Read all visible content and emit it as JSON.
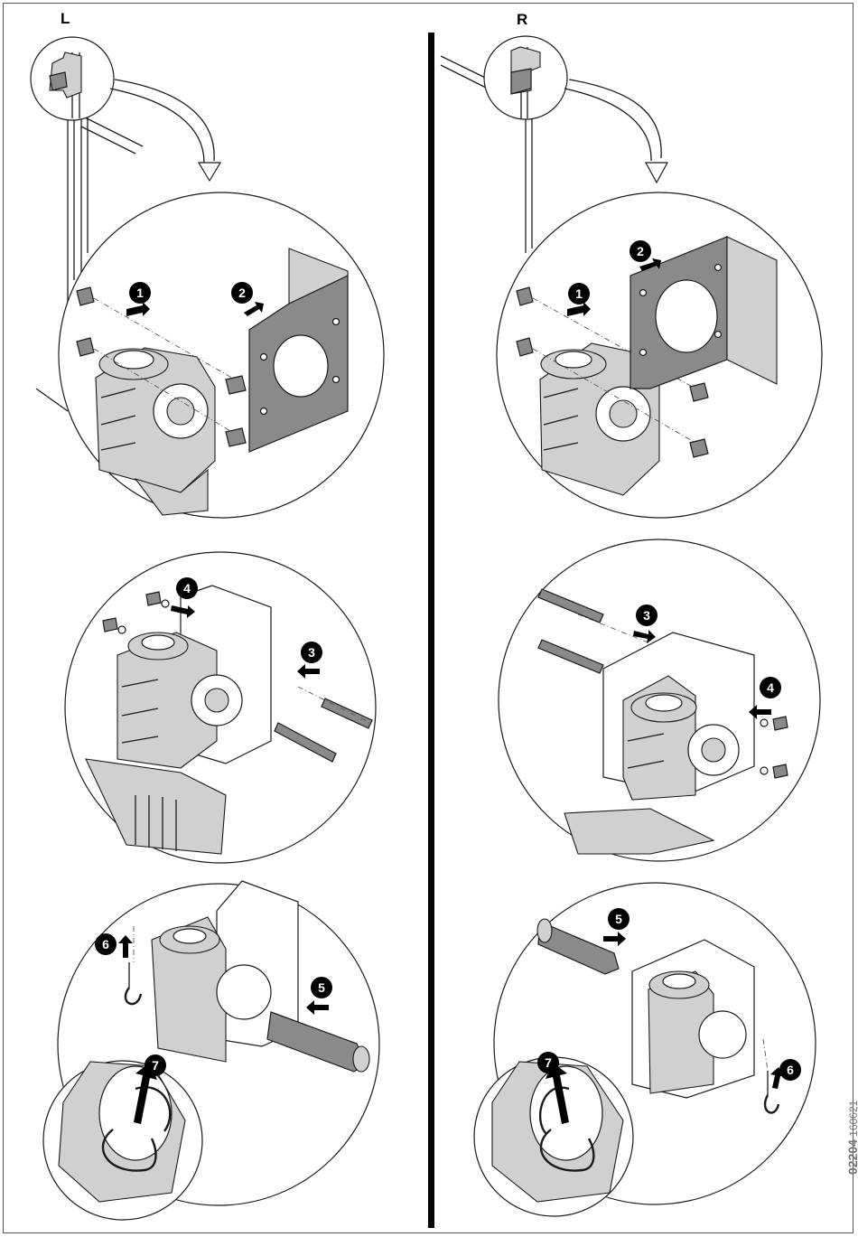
{
  "sides": {
    "left": {
      "label": "L"
    },
    "right": {
      "label": "R"
    }
  },
  "steps": {
    "left": {
      "s1": "1",
      "s2": "2",
      "s3": "3",
      "s4": "4",
      "s5": "5",
      "s6": "6",
      "s7": "7"
    },
    "right": {
      "s1": "1",
      "s2": "2",
      "s3": "3",
      "s4": "4",
      "s5": "5",
      "s6": "6",
      "s7": "7"
    }
  },
  "document": {
    "number": "02204",
    "revision": "160621"
  },
  "colors": {
    "badge": "#000000",
    "plate": "#8a8a8a",
    "line": "#1a1a1a",
    "divider": "#000000"
  }
}
